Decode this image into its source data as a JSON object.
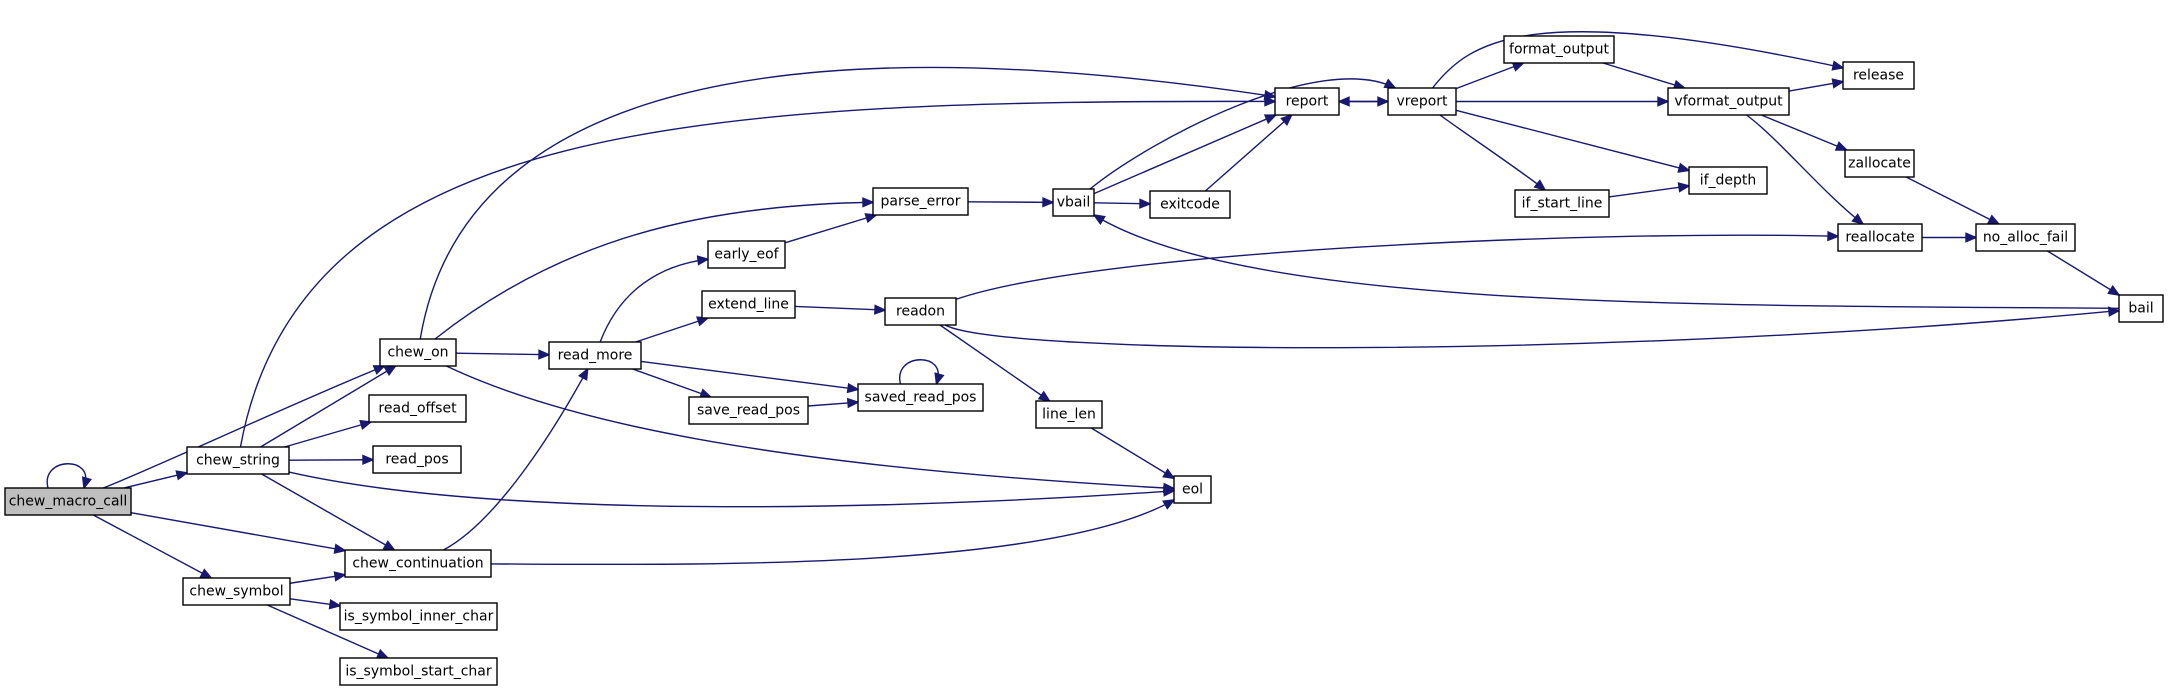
{
  "colors": {
    "edge": "#191970",
    "root_fill": "#bfbfbf",
    "node_fill": "#ffffff",
    "node_border": "#000000"
  },
  "nodes": [
    {
      "id": "chew_macro_call",
      "label": "chew_macro_call",
      "highlighted": true
    },
    {
      "id": "chew_string",
      "label": "chew_string"
    },
    {
      "id": "chew_symbol",
      "label": "chew_symbol"
    },
    {
      "id": "chew_on",
      "label": "chew_on"
    },
    {
      "id": "read_offset",
      "label": "read_offset"
    },
    {
      "id": "read_pos",
      "label": "read_pos"
    },
    {
      "id": "chew_continuation",
      "label": "chew_continuation"
    },
    {
      "id": "is_symbol_inner_char",
      "label": "is_symbol_inner_char"
    },
    {
      "id": "is_symbol_start_char",
      "label": "is_symbol_start_char"
    },
    {
      "id": "read_more",
      "label": "read_more"
    },
    {
      "id": "early_eof",
      "label": "early_eof"
    },
    {
      "id": "extend_line",
      "label": "extend_line"
    },
    {
      "id": "save_read_pos",
      "label": "save_read_pos"
    },
    {
      "id": "saved_read_pos",
      "label": "saved_read_pos"
    },
    {
      "id": "parse_error",
      "label": "parse_error"
    },
    {
      "id": "readon",
      "label": "readon"
    },
    {
      "id": "line_len",
      "label": "line_len"
    },
    {
      "id": "eol",
      "label": "eol"
    },
    {
      "id": "vbail",
      "label": "vbail"
    },
    {
      "id": "exitcode",
      "label": "exitcode"
    },
    {
      "id": "report",
      "label": "report"
    },
    {
      "id": "vreport",
      "label": "vreport"
    },
    {
      "id": "format_output",
      "label": "format_output"
    },
    {
      "id": "if_start_line",
      "label": "if_start_line"
    },
    {
      "id": "vformat_output",
      "label": "vformat_output"
    },
    {
      "id": "if_depth",
      "label": "if_depth"
    },
    {
      "id": "release",
      "label": "release"
    },
    {
      "id": "zallocate",
      "label": "zallocate"
    },
    {
      "id": "reallocate",
      "label": "reallocate"
    },
    {
      "id": "no_alloc_fail",
      "label": "no_alloc_fail"
    },
    {
      "id": "bail",
      "label": "bail"
    }
  ],
  "edges": [
    [
      "chew_macro_call",
      "chew_macro_call"
    ],
    [
      "chew_macro_call",
      "chew_on"
    ],
    [
      "chew_macro_call",
      "chew_string"
    ],
    [
      "chew_macro_call",
      "chew_continuation"
    ],
    [
      "chew_macro_call",
      "chew_symbol"
    ],
    [
      "chew_string",
      "report"
    ],
    [
      "chew_string",
      "chew_on"
    ],
    [
      "chew_string",
      "read_offset"
    ],
    [
      "chew_string",
      "read_pos"
    ],
    [
      "chew_string",
      "eol"
    ],
    [
      "chew_string",
      "chew_continuation"
    ],
    [
      "chew_symbol",
      "chew_continuation"
    ],
    [
      "chew_symbol",
      "is_symbol_inner_char"
    ],
    [
      "chew_symbol",
      "is_symbol_start_char"
    ],
    [
      "chew_on",
      "report"
    ],
    [
      "chew_on",
      "parse_error"
    ],
    [
      "chew_on",
      "read_more"
    ],
    [
      "chew_on",
      "eol"
    ],
    [
      "chew_continuation",
      "read_more"
    ],
    [
      "chew_continuation",
      "eol"
    ],
    [
      "read_more",
      "early_eof"
    ],
    [
      "read_more",
      "extend_line"
    ],
    [
      "read_more",
      "saved_read_pos"
    ],
    [
      "read_more",
      "save_read_pos"
    ],
    [
      "save_read_pos",
      "saved_read_pos"
    ],
    [
      "saved_read_pos",
      "saved_read_pos"
    ],
    [
      "early_eof",
      "parse_error"
    ],
    [
      "extend_line",
      "readon"
    ],
    [
      "parse_error",
      "vbail"
    ],
    [
      "readon",
      "reallocate"
    ],
    [
      "readon",
      "bail"
    ],
    [
      "readon",
      "line_len"
    ],
    [
      "line_len",
      "eol"
    ],
    [
      "vbail",
      "vreport"
    ],
    [
      "vbail",
      "report"
    ],
    [
      "vbail",
      "exitcode"
    ],
    [
      "exitcode",
      "report"
    ],
    [
      "report",
      "vreport"
    ],
    [
      "vreport",
      "report"
    ],
    [
      "vreport",
      "release"
    ],
    [
      "vreport",
      "format_output"
    ],
    [
      "vreport",
      "vformat_output"
    ],
    [
      "vreport",
      "if_depth"
    ],
    [
      "vreport",
      "if_start_line"
    ],
    [
      "format_output",
      "vformat_output"
    ],
    [
      "if_start_line",
      "if_depth"
    ],
    [
      "vformat_output",
      "release"
    ],
    [
      "vformat_output",
      "zallocate"
    ],
    [
      "vformat_output",
      "reallocate"
    ],
    [
      "zallocate",
      "no_alloc_fail"
    ],
    [
      "reallocate",
      "no_alloc_fail"
    ],
    [
      "no_alloc_fail",
      "bail"
    ],
    [
      "bail",
      "vbail"
    ]
  ]
}
